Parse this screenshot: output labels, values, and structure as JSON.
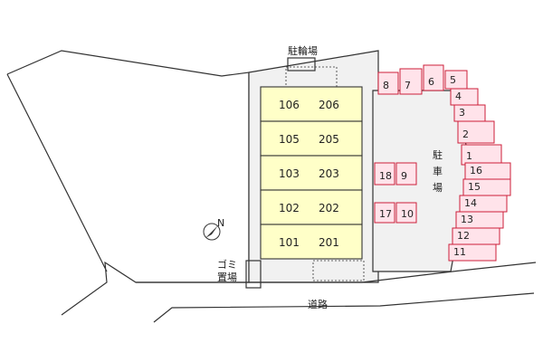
{
  "labels": {
    "bicycle_parking": "駐輪場",
    "parking": "駐車場",
    "garbage_1": "ゴミ",
    "garbage_2": "置場",
    "road": "道路",
    "north": "N"
  },
  "building": {
    "units": [
      {
        "left": "106",
        "right": "206"
      },
      {
        "left": "105",
        "right": "205"
      },
      {
        "left": "103",
        "right": "203"
      },
      {
        "left": "102",
        "right": "202"
      },
      {
        "left": "101",
        "right": "201"
      }
    ]
  },
  "parking": {
    "spaces": [
      "1",
      "2",
      "3",
      "4",
      "5",
      "6",
      "7",
      "8",
      "9",
      "10",
      "11",
      "12",
      "13",
      "14",
      "15",
      "16",
      "17",
      "18"
    ]
  },
  "colors": {
    "unit_fill": "#ffffc8",
    "parking_fill": "#ffe3ea",
    "parking_border": "#cc1f3a",
    "lot_fill": "#f1f1f1"
  }
}
